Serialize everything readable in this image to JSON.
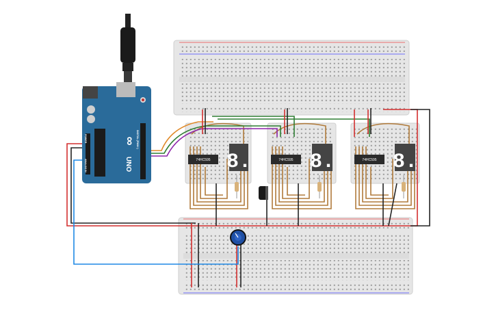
{
  "scene": {
    "title": "",
    "arduino": {
      "brand_text": "UNO",
      "logo_text": "∞",
      "header_digital": "DIGITAL (PWM~)",
      "header_analog": "ANALOG IN",
      "header_power": "POWER"
    },
    "chips": [
      {
        "label": "74HC595"
      },
      {
        "label": "74HC595"
      },
      {
        "label": "74HC595"
      }
    ],
    "displays": [
      {
        "digit": "8."
      },
      {
        "digit": "8."
      },
      {
        "digit": "8."
      }
    ],
    "colors": {
      "breadboard": "#e6e6e6",
      "arduino_board": "#2a6b9a",
      "chip": "#2b2b2b",
      "display": "#444444",
      "wire_red": "#d32f2f",
      "wire_black": "#222222",
      "wire_green": "#2e7d32",
      "wire_orange": "#e08a2a",
      "wire_purple": "#8e24aa",
      "wire_blue": "#1e88e5",
      "wire_brown": "#b07a3a",
      "pot_knob": "#1f4fa3"
    }
  }
}
